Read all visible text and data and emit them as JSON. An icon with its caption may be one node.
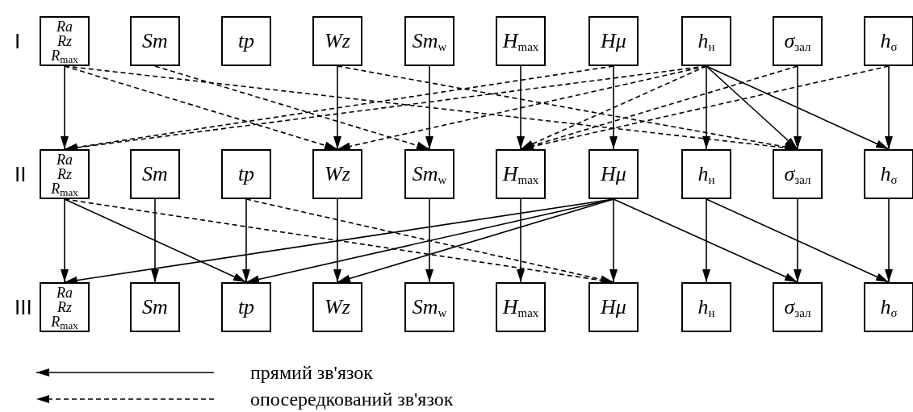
{
  "diagram": {
    "nodes": [
      {
        "text": [
          "Ra",
          "Rz",
          "R$_{max}$"
        ]
      },
      {
        "text": [
          "Sm"
        ]
      },
      {
        "text": [
          "tp"
        ]
      },
      {
        "text": [
          "Wz"
        ]
      },
      {
        "text": [
          "Sm$_{w}$"
        ]
      },
      {
        "text": [
          "H$_{max}$"
        ]
      },
      {
        "text": [
          "Hμ"
        ]
      },
      {
        "text": [
          "h$_{н}$"
        ]
      },
      {
        "text": [
          "σ$_{зал}$"
        ]
      },
      {
        "text": [
          "h$_{σ}$"
        ]
      },
      {
        "text": [
          "Ra",
          "Rz",
          "R$_{max}$"
        ]
      },
      {
        "text": [
          "Sm"
        ]
      },
      {
        "text": [
          "tp"
        ]
      },
      {
        "text": [
          "Wz"
        ]
      },
      {
        "text": [
          "Sm$_{w}$"
        ]
      },
      {
        "text": [
          "H$_{max}$"
        ]
      },
      {
        "text": [
          "Hμ"
        ]
      },
      {
        "text": [
          "h$_{н}$"
        ]
      },
      {
        "text": [
          "σ$_{зал}$"
        ]
      },
      {
        "text": [
          "h$_{σ}$"
        ]
      },
      {
        "text": [
          "Ra",
          "Rz",
          "R$_{max}$"
        ]
      },
      {
        "text": [
          "Sm"
        ]
      },
      {
        "text": [
          "tp"
        ]
      },
      {
        "text": [
          "Wz"
        ]
      },
      {
        "text": [
          "Sm$_{w}$"
        ]
      },
      {
        "text": [
          "H$_{max}$"
        ]
      },
      {
        "text": [
          "Hμ"
        ]
      },
      {
        "text": [
          "h$_{н}$"
        ]
      },
      {
        "text": [
          "σ$_{зал}$"
        ]
      },
      {
        "text": [
          "h$_{σ}$"
        ]
      }
    ],
    "edges": [
      {
        "from": 0,
        "to": 10,
        "arrow": "to"
      },
      {
        "from": 3,
        "to": 13,
        "arrow": "to"
      },
      {
        "from": 4,
        "to": 14,
        "arrow": "to"
      },
      {
        "from": 5,
        "to": 15,
        "arrow": "to"
      },
      {
        "from": 6,
        "to": 16,
        "arrow": "to"
      },
      {
        "from": 7,
        "to": 17,
        "arrow": "to"
      },
      {
        "from": 8,
        "to": 18,
        "arrow": "to"
      },
      {
        "from": 9,
        "to": 19,
        "arrow": "to"
      },
      {
        "from": 7,
        "to": 18,
        "arrow": "to"
      },
      {
        "from": 7,
        "to": 19,
        "arrow": "to"
      },
      {
        "from": 0,
        "to": 13,
        "arrow": "to",
        "style": "dashed"
      },
      {
        "from": 0,
        "to": 18,
        "arrow": "to",
        "style": "dashed"
      },
      {
        "from": 1,
        "to": 14,
        "arrow": "to",
        "style": "dashed"
      },
      {
        "from": 3,
        "to": 18,
        "arrow": "to",
        "style": "dashed"
      },
      {
        "from": 6,
        "to": 10,
        "arrow": "to",
        "style": "dashed"
      },
      {
        "from": 7,
        "to": 10,
        "arrow": "to",
        "style": "dashed"
      },
      {
        "from": 7,
        "to": 13,
        "arrow": "to",
        "style": "dashed"
      },
      {
        "from": 7,
        "to": 15,
        "arrow": "to",
        "style": "dashed"
      },
      {
        "from": 8,
        "to": 15,
        "arrow": "to",
        "style": "dashed"
      },
      {
        "from": 9,
        "to": 15,
        "arrow": "to",
        "style": "dashed"
      },
      {
        "from": 10,
        "to": 20,
        "arrow": "to"
      },
      {
        "from": 11,
        "to": 21,
        "arrow": "to"
      },
      {
        "from": 12,
        "to": 22,
        "arrow": "to"
      },
      {
        "from": 13,
        "to": 23,
        "arrow": "to"
      },
      {
        "from": 14,
        "to": 24,
        "arrow": "to"
      },
      {
        "from": 15,
        "to": 25,
        "arrow": "to"
      },
      {
        "from": 16,
        "to": 26,
        "arrow": "to"
      },
      {
        "from": 17,
        "to": 27,
        "arrow": "to"
      },
      {
        "from": 18,
        "to": 28,
        "arrow": "to"
      },
      {
        "from": 19,
        "to": 29,
        "arrow": "to"
      },
      {
        "from": 10,
        "to": 22,
        "arrow": "to"
      },
      {
        "from": 16,
        "to": 20,
        "arrow": "to"
      },
      {
        "from": 16,
        "to": 22,
        "arrow": "to"
      },
      {
        "from": 16,
        "to": 23,
        "arrow": "to"
      },
      {
        "from": 16,
        "to": 28,
        "arrow": "to"
      },
      {
        "from": 17,
        "to": 29,
        "arrow": "to"
      },
      {
        "from": 10,
        "to": 26,
        "arrow": "to",
        "style": "dashed"
      },
      {
        "from": 12,
        "to": 26,
        "arrow": "to",
        "style": "dashed"
      }
    ],
    "labels": [
      "I",
      "II",
      "III"
    ],
    "legend": [
      {
        "text": "прямий зв'язок"
      },
      {
        "text": "опосередкований зв'язок"
      }
    ]
  }
}
